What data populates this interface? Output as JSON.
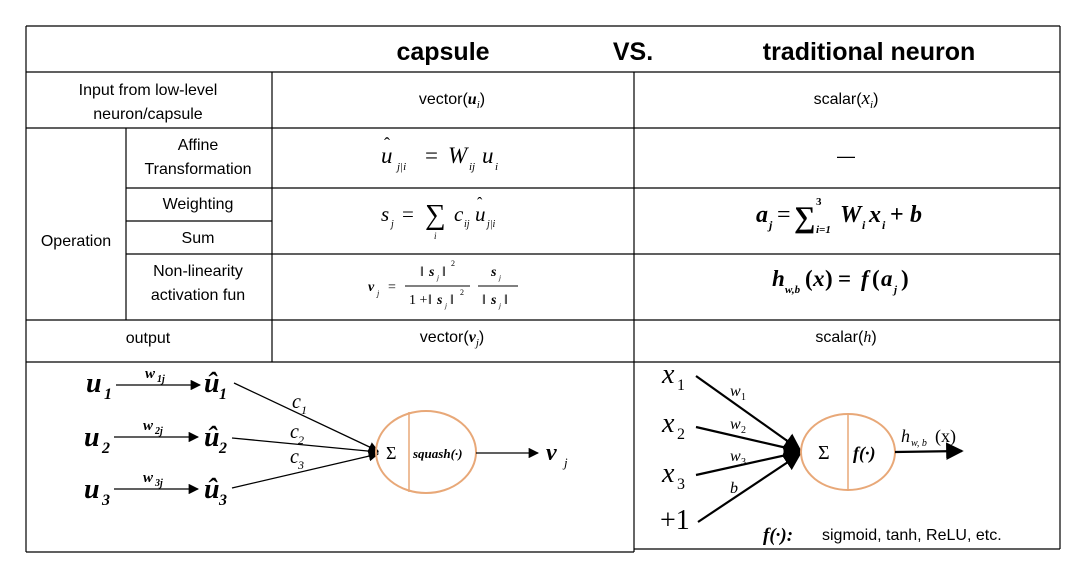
{
  "header": {
    "left": "capsule",
    "middle": "VS.",
    "right": "traditional neuron"
  },
  "rows": {
    "input": {
      "label_line1": "Input from low-level",
      "label_line2": "neuron/capsule",
      "capsule_text": "vector(",
      "capsule_var": "u",
      "capsule_sub": "i",
      "capsule_close": ")",
      "neuron_text": "scalar(",
      "neuron_var": "x",
      "neuron_sub": "i",
      "neuron_close": ")"
    },
    "operation_label": "Operation",
    "affine": {
      "label_line1": "Affine",
      "label_line2": "Transformation",
      "neuron": "—"
    },
    "weighting": {
      "label": "Weighting"
    },
    "sum": {
      "label": "Sum"
    },
    "nonlinear": {
      "label_line1": "Non-linearity",
      "label_line2": "activation fun"
    },
    "output": {
      "label": "output",
      "capsule_text": "vector(",
      "capsule_var": "v",
      "capsule_sub": "j",
      "capsule_close": ")",
      "neuron_text": "scalar(",
      "neuron_var": "h",
      "neuron_close": ")"
    }
  },
  "capsule_diagram": {
    "inputs": [
      "u",
      "u",
      "u"
    ],
    "input_subs": [
      "1",
      "2",
      "3"
    ],
    "weights": [
      "w",
      "w",
      "w"
    ],
    "weight_subs": [
      "1j",
      "2j",
      "3j"
    ],
    "predictions": [
      "û",
      "û",
      "û"
    ],
    "coupling": [
      "c",
      "c",
      "c"
    ],
    "coupling_subs": [
      "1",
      "2",
      "3"
    ],
    "sum_symbol": "Σ",
    "function": "squash(·)",
    "output": "v",
    "output_sub": "j"
  },
  "neuron_diagram": {
    "inputs": [
      "x",
      "x",
      "x",
      "+1"
    ],
    "input_subs": [
      "1",
      "2",
      "3",
      ""
    ],
    "weights": [
      "w",
      "w",
      "w",
      "b"
    ],
    "weight_subs": [
      "1",
      "2",
      "3",
      ""
    ],
    "sum_symbol": "Σ",
    "function": "f(·)",
    "output": "h",
    "output_sub": "w, b",
    "output_arg": "(x)",
    "footnote_func": "f(·):",
    "footnote_text": "sigmoid, tanh, ReLU, etc."
  },
  "colors": {
    "circle_stroke": "#e8a878",
    "line": "#000000"
  }
}
